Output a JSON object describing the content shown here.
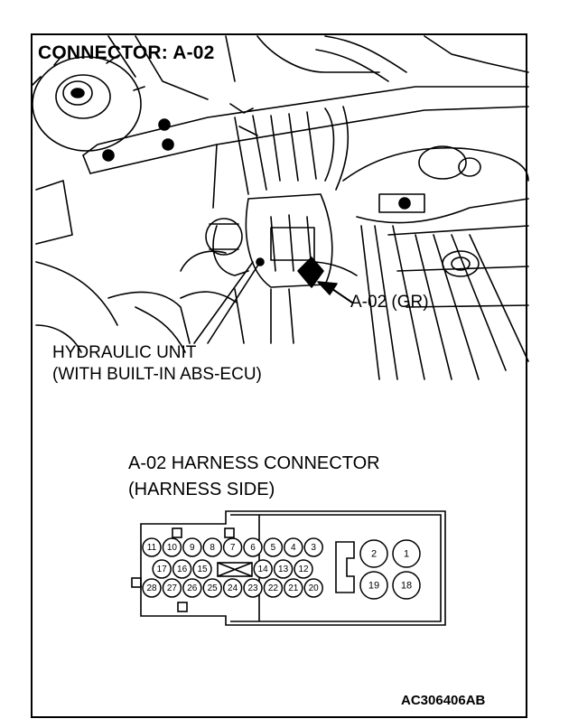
{
  "title": "CONNECTOR: A-02",
  "callout_label": "A-02 (GR)",
  "component_label_line1": "HYDRAULIC UNIT",
  "component_label_line2": "(WITH BUILT-IN ABS-ECU)",
  "connector_heading_line1": "A-02 HARNESS CONNECTOR",
  "connector_heading_line2": "(HARNESS SIDE)",
  "figure_code": "AC306406AB",
  "pins": {
    "row1": [
      "11",
      "10",
      "9",
      "8",
      "7",
      "6",
      "5",
      "4",
      "3"
    ],
    "row2": [
      "17",
      "16",
      "15",
      "14",
      "13",
      "12"
    ],
    "row3": [
      "28",
      "27",
      "26",
      "25",
      "24",
      "23",
      "22",
      "21",
      "20"
    ],
    "large": [
      "2",
      "1",
      "19",
      "18"
    ]
  }
}
